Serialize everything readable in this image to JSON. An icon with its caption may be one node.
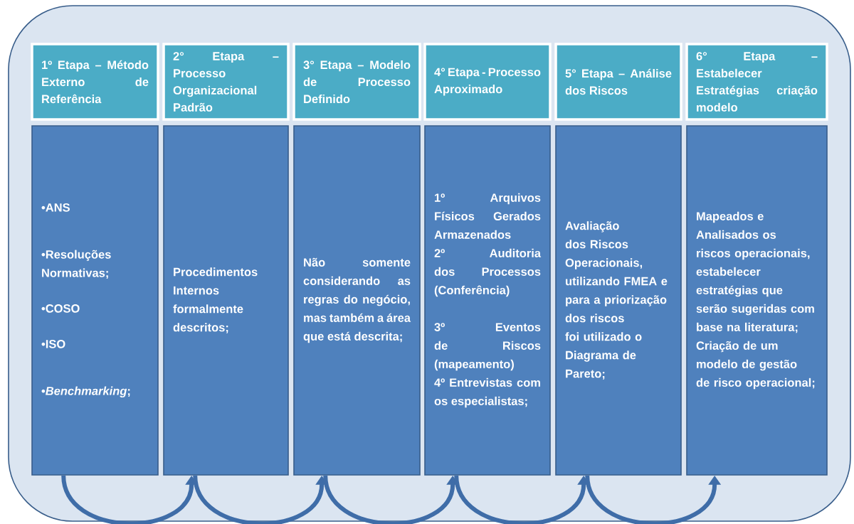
{
  "diagram": {
    "nodes": [
      {
        "text": [],
        "shape": "box"
      },
      {
        "text": [
          "1º Etapa – Método Externo de Referência"
        ],
        "in": 0
      },
      {
        "text": [
          "2° Etapa – Processo Organizacional Padrão"
        ],
        "in": 0
      },
      {
        "text": [
          "3° Etapa – Modelo de Processo Definido"
        ],
        "in": 0
      },
      {
        "text": [
          "4° Etapa - Processo Aproximado"
        ],
        "in": 0
      },
      {
        "text": [
          "5° Etapa – Análise dos Riscos"
        ],
        "in": 0
      },
      {
        "text": [
          "6° Etapa – Estabelecer Estratégias criação modelo"
        ],
        "in": 0
      },
      {
        "text": [
          "•ANS",
          "•Resoluções Normativas;",
          "•COSO",
          "•ISO",
          "•*Benchmarking*;"
        ],
        "in": 0
      },
      {
        "text": [
          "Procedimentos Internos formalmente descritos;"
        ],
        "in": 0
      },
      {
        "text": [
          "Não somente considerando as regras do negócio, mas também a área que está descrita;"
        ],
        "in": 0
      },
      {
        "text": [
          "1º Arquivos Físicos Gerados Armazenados",
          "2º Auditoria dos Processos (Conferência)",
          "3º Eventos de Riscos (mapeamento)",
          "4º Entrevistas com os especialistas;"
        ],
        "in": 0
      },
      {
        "text": [
          "Avaliação dos Riscos Operacionais, utilizando FMEA e para a priorização dos riscos foi utilizado o Diagrama de Pareto;"
        ],
        "in": 0
      },
      {
        "text": [
          "Mapeados e Analisados os riscos operacionais, estabelecer estratégias que serão sugeridas com base na literatura;",
          "Criação de um modelo de gestão de risco operacional;"
        ],
        "in": 0
      }
    ],
    "edges": [
      {
        "from": 7,
        "to": 8,
        "arrow": "to"
      },
      {
        "from": 8,
        "to": 9,
        "arrow": "to"
      },
      {
        "from": 9,
        "to": 10,
        "arrow": "to"
      },
      {
        "from": 10,
        "to": 11,
        "arrow": "to"
      },
      {
        "from": 11,
        "to": 12,
        "arrow": "to"
      }
    ]
  }
}
